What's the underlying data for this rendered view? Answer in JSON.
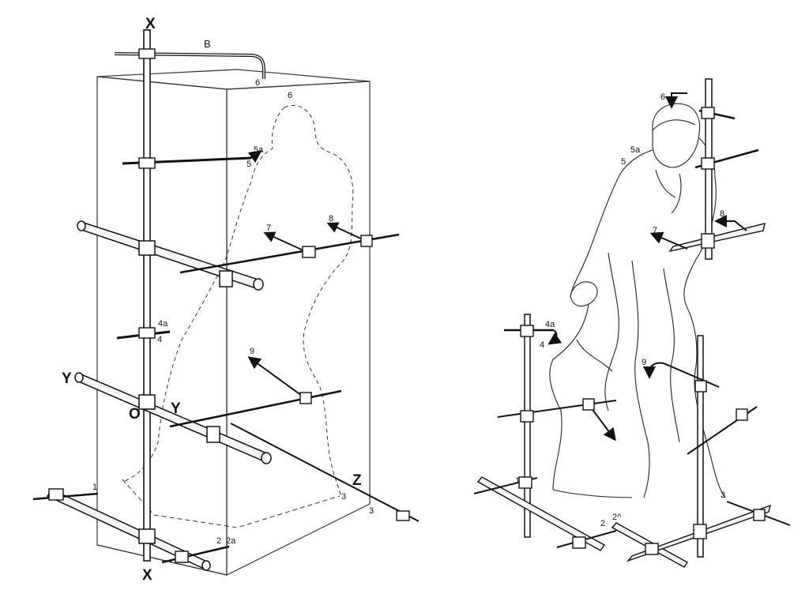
{
  "left_figure": {
    "axis_labels": {
      "x_top": "X",
      "x_bottom": "X",
      "y_left": "Y",
      "y_right": "Y",
      "z": "Z",
      "origin": "O"
    },
    "point_labels": {
      "b": "B",
      "p6_top": "6",
      "p6_head": "6",
      "p5a": "5a",
      "p5": "5",
      "p7": "7",
      "p8": "8",
      "p4a": "4a",
      "p4": "4",
      "p9": "9",
      "p1": "1",
      "p2": "2",
      "p2a": "2a",
      "p3_inner": "3",
      "p3_outer": "3"
    }
  },
  "right_figure": {
    "point_labels": {
      "p6": "6",
      "p5a": "5a",
      "p5": "5",
      "p8": "8",
      "p7": "7",
      "p4a": "4a",
      "p4": "4",
      "p9": "9",
      "p1": "1",
      "p2": "2",
      "p2a": "2^",
      "p3": "3"
    }
  },
  "colors": {
    "ink": "#111111",
    "paper": "#ffffff",
    "rod_fill": "#f4f4f4"
  }
}
